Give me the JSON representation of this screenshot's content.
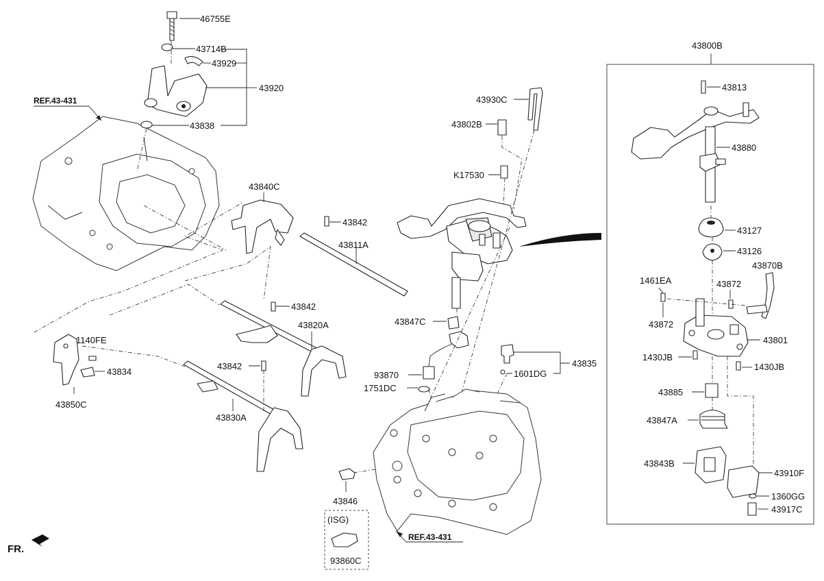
{
  "diagram": {
    "front_marker": "FR.",
    "references": {
      "ref_upper": "REF.43-431",
      "ref_lower": "REF.43-431"
    },
    "isg_option": {
      "label": "(ISG)",
      "part": "93860C"
    },
    "assembly_box": {
      "part": "43800B"
    },
    "labels": {
      "p46755E": "46755E",
      "p43714B": "43714B",
      "p43929": "43929",
      "p43920": "43920",
      "p43838": "43838",
      "p43840C": "43840C",
      "p43842_a": "43842",
      "p43811A": "43811A",
      "p43842_b": "43842",
      "p43820A": "43820A",
      "p43842_c": "43842",
      "p43830A": "43830A",
      "p1140FE": "1140FE",
      "p43834": "43834",
      "p43850C": "43850C",
      "p43930C": "43930C",
      "p43802B": "43802B",
      "pK17530": "K17530",
      "p43847C": "43847C",
      "p93870": "93870",
      "p1751DC": "1751DC",
      "p43835": "43835",
      "p1601DG": "1601DG",
      "p43846": "43846",
      "p43813": "43813",
      "p43880": "43880",
      "p43127": "43127",
      "p43126": "43126",
      "p43870B": "43870B",
      "p1461EA": "1461EA",
      "p43872_a": "43872",
      "p43872_b": "43872",
      "p43801": "43801",
      "p1430JB_a": "1430JB",
      "p1430JB_b": "1430JB",
      "p43885": "43885",
      "p43847A": "43847A",
      "p43843B": "43843B",
      "p43910F": "43910F",
      "p1360GG": "1360GG",
      "p43917C": "43917C"
    }
  }
}
